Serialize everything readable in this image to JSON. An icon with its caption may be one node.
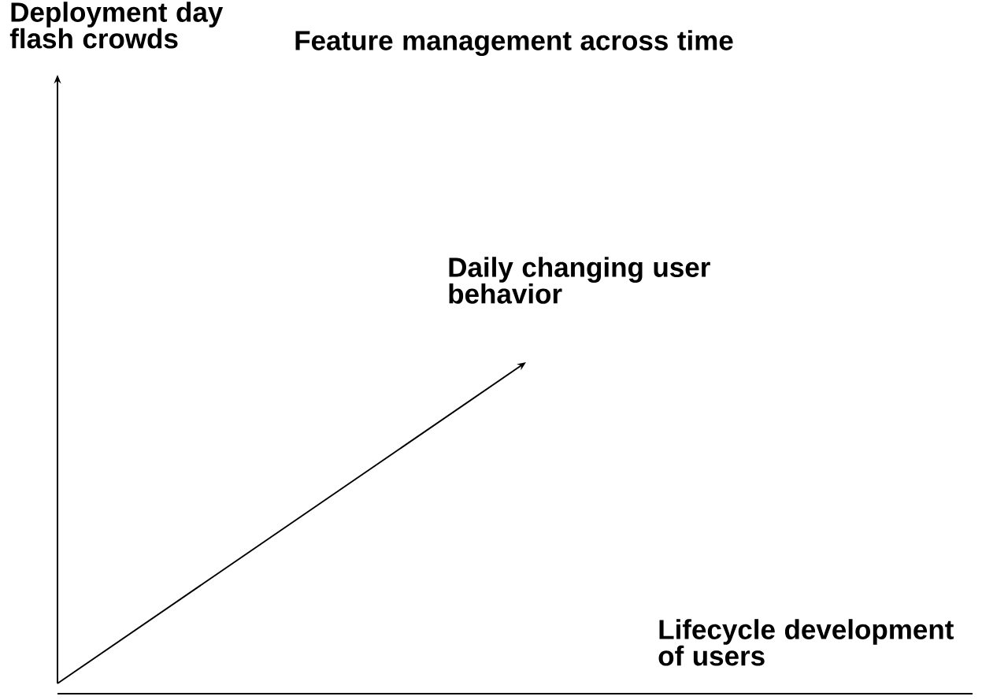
{
  "diagram": {
    "title": "Feature management across time",
    "labels": [
      "Deployment day flash crowds",
      "Daily changing user behavior",
      "Lifecycle development of users"
    ]
  }
}
